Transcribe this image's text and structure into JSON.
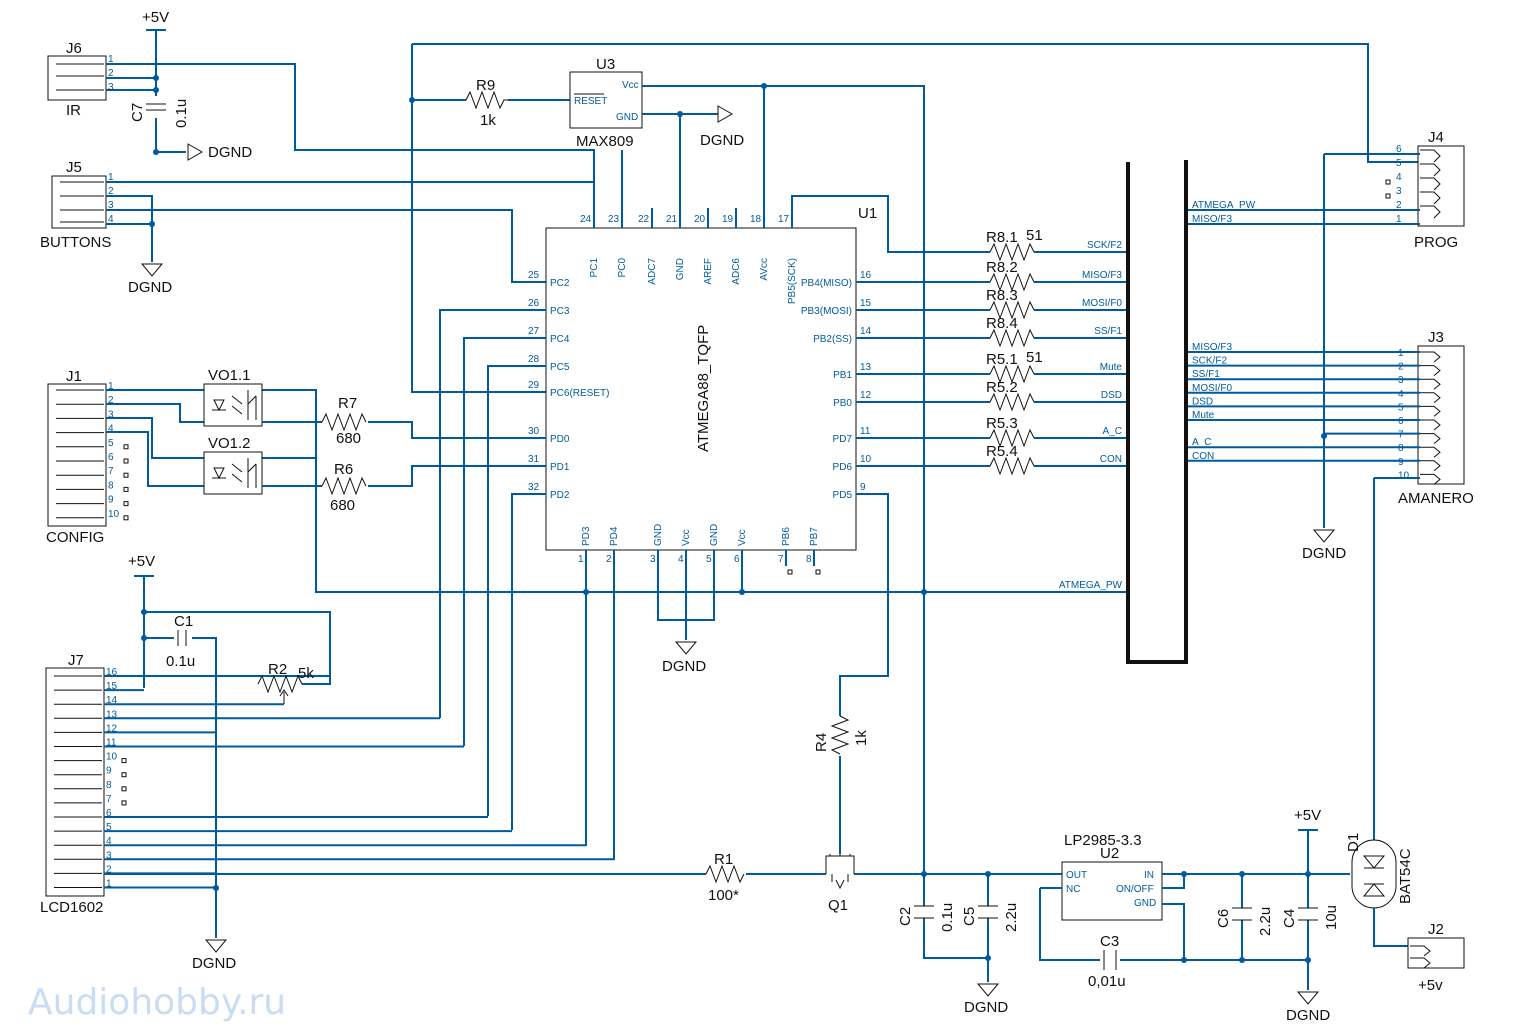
{
  "watermark": "Audiohobby.ru",
  "power": {
    "plus5v": "+5V",
    "plus5v_lower": "+5v",
    "dgnd": "DGND"
  },
  "connectors": {
    "j6": {
      "ref": "J6",
      "name": "IR",
      "pins": [
        "1",
        "2",
        "3"
      ]
    },
    "j5": {
      "ref": "J5",
      "name": "BUTTONS",
      "pins": [
        "1",
        "2",
        "3",
        "4"
      ]
    },
    "j1": {
      "ref": "J1",
      "name": "CONFIG",
      "pins": [
        "1",
        "2",
        "3",
        "4",
        "5",
        "6",
        "7",
        "8",
        "9",
        "10"
      ]
    },
    "j7": {
      "ref": "J7",
      "name": "LCD1602",
      "pins": [
        "16",
        "15",
        "14",
        "13",
        "12",
        "11",
        "10",
        "9",
        "8",
        "7",
        "6",
        "5",
        "4",
        "3",
        "2",
        "1"
      ]
    },
    "j4": {
      "ref": "J4",
      "name": "PROG",
      "pins": [
        "6",
        "5",
        "4",
        "3",
        "2",
        "1"
      ]
    },
    "j3": {
      "ref": "J3",
      "name": "AMANERO",
      "pins": [
        "1",
        "2",
        "3",
        "4",
        "5",
        "6",
        "7",
        "8",
        "9",
        "10"
      ]
    },
    "j2": {
      "ref": "J2",
      "name": "+5v"
    }
  },
  "u1": {
    "ref": "U1",
    "part": "ATMEGA88_TQFP",
    "top_pins": [
      {
        "num": "24",
        "name": "PC1"
      },
      {
        "num": "23",
        "name": "PC0"
      },
      {
        "num": "22",
        "name": "ADC7"
      },
      {
        "num": "21",
        "name": "GND"
      },
      {
        "num": "20",
        "name": "AREF"
      },
      {
        "num": "19",
        "name": "ADC6"
      },
      {
        "num": "18",
        "name": "AVcc"
      },
      {
        "num": "17",
        "name": "PB5(SCK)"
      }
    ],
    "left_pins": [
      {
        "num": "25",
        "name": "PC2"
      },
      {
        "num": "26",
        "name": "PC3"
      },
      {
        "num": "27",
        "name": "PC4"
      },
      {
        "num": "28",
        "name": "PC5"
      },
      {
        "num": "29",
        "name": "PC6(RESET)"
      },
      {
        "num": "30",
        "name": "PD0"
      },
      {
        "num": "31",
        "name": "PD1"
      },
      {
        "num": "32",
        "name": "PD2"
      }
    ],
    "right_pins": [
      {
        "num": "16",
        "name": "PB4(MISO)"
      },
      {
        "num": "15",
        "name": "PB3(MOSI)"
      },
      {
        "num": "14",
        "name": "PB2(SS)"
      },
      {
        "num": "13",
        "name": "PB1"
      },
      {
        "num": "12",
        "name": "PB0"
      },
      {
        "num": "11",
        "name": "PD7"
      },
      {
        "num": "10",
        "name": "PD6"
      },
      {
        "num": "9",
        "name": "PD5"
      }
    ],
    "bottom_pins": [
      {
        "num": "1",
        "name": "PD3"
      },
      {
        "num": "2",
        "name": "PD4"
      },
      {
        "num": "3",
        "name": "GND"
      },
      {
        "num": "4",
        "name": "Vcc"
      },
      {
        "num": "5",
        "name": "GND"
      },
      {
        "num": "6",
        "name": "Vcc"
      },
      {
        "num": "7",
        "name": "PB6"
      },
      {
        "num": "8",
        "name": "PB7"
      }
    ]
  },
  "u3": {
    "ref": "U3",
    "part": "MAX809",
    "pins": {
      "vcc": "Vcc",
      "reset": "RESET",
      "gnd": "GND"
    }
  },
  "u2": {
    "ref": "U2",
    "part": "LP2985-3.3",
    "pins": {
      "out": "OUT",
      "nc": "NC",
      "in": "IN",
      "onoff": "ON/OFF",
      "gnd": "GND"
    }
  },
  "resistors": [
    {
      "ref": "R9",
      "value": "1k"
    },
    {
      "ref": "R7",
      "value": "680"
    },
    {
      "ref": "R6",
      "value": "680"
    },
    {
      "ref": "R2",
      "value": "5k"
    },
    {
      "ref": "R4",
      "value": "1k"
    },
    {
      "ref": "R1",
      "value": "100*"
    },
    {
      "ref": "R8.1",
      "value": "51"
    },
    {
      "ref": "R8.2",
      "value": ""
    },
    {
      "ref": "R8.3",
      "value": ""
    },
    {
      "ref": "R8.4",
      "value": ""
    },
    {
      "ref": "R5.1",
      "value": "51"
    },
    {
      "ref": "R5.2",
      "value": ""
    },
    {
      "ref": "R5.3",
      "value": ""
    },
    {
      "ref": "R5.4",
      "value": ""
    }
  ],
  "capacitors": [
    {
      "ref": "C7",
      "value": "0.1u"
    },
    {
      "ref": "C1",
      "value": "0.1u"
    },
    {
      "ref": "C2",
      "value": "0.1u"
    },
    {
      "ref": "C5",
      "value": "2.2u"
    },
    {
      "ref": "C3",
      "value": "0,01u"
    },
    {
      "ref": "C6",
      "value": "2.2u"
    },
    {
      "ref": "C4",
      "value": "10u"
    }
  ],
  "optocouplers": [
    {
      "ref": "VO1.1"
    },
    {
      "ref": "VO1.2"
    }
  ],
  "transistor": {
    "ref": "Q1"
  },
  "diode": {
    "ref": "D1",
    "part": "BAT54C"
  },
  "nets": {
    "bus_left": [
      "SCK/F2",
      "MISO/F3",
      "MOSI/F0",
      "SS/F1",
      "Mute",
      "DSD",
      "A_C",
      "CON",
      "ATMEGA_PW"
    ],
    "j4_labels": [
      "ATMEGA_PW",
      "MISO/F3"
    ],
    "j3_labels": [
      "MISO/F3",
      "SCK/F2",
      "SS/F1",
      "MOSI/F0",
      "DSD",
      "Mute",
      "A_C",
      "CON"
    ]
  },
  "colors": {
    "wire": "#005a9e",
    "body": "#111111",
    "watermark": "#c9dcf3"
  }
}
